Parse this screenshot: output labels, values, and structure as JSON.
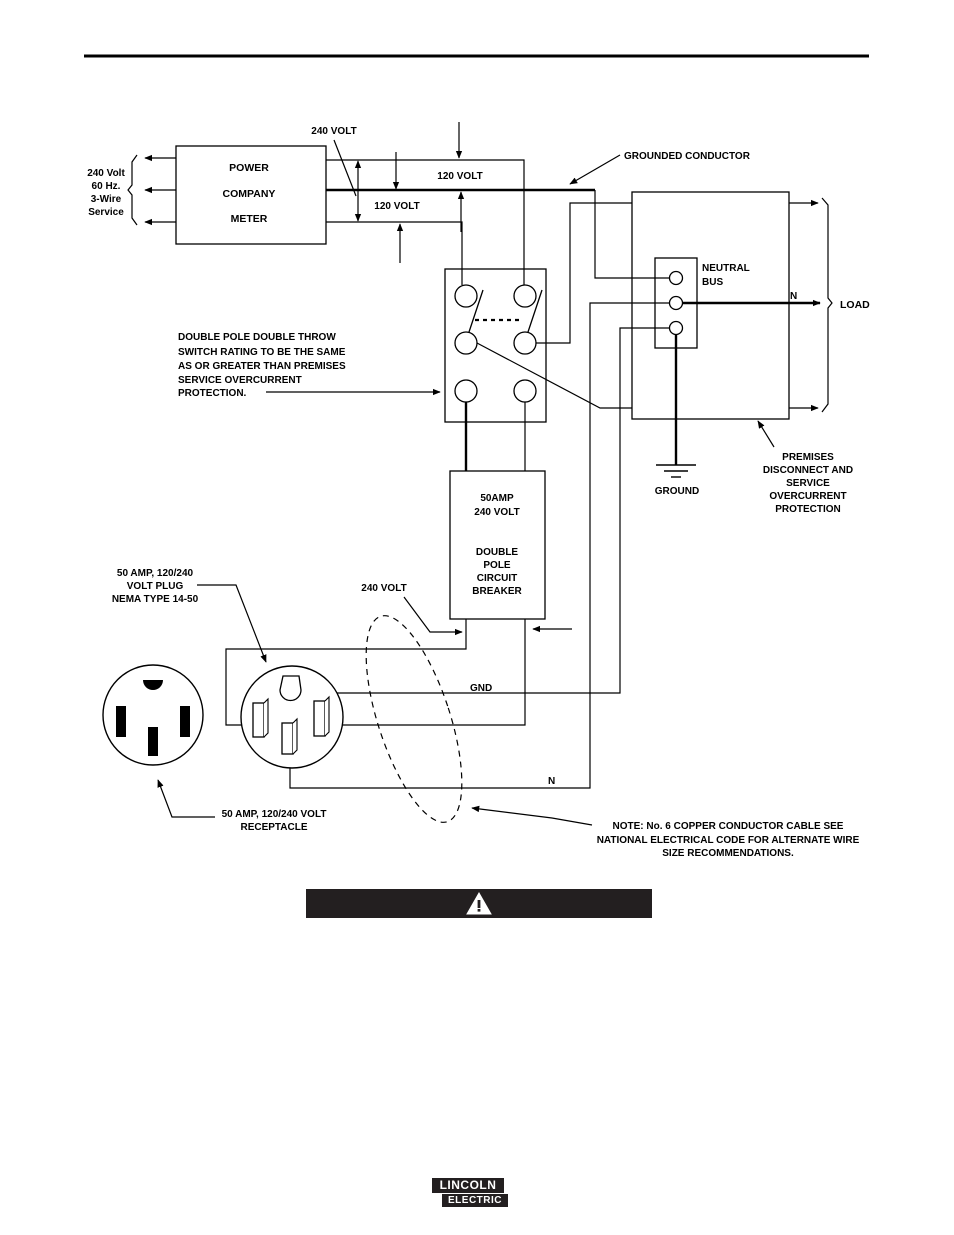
{
  "labels": {
    "service": [
      "240 Volt",
      "60 Hz.",
      "3-Wire",
      "Service"
    ],
    "meter": [
      "POWER",
      "COMPANY",
      "METER"
    ],
    "v240_top": "240 VOLT",
    "v120_a": "120 VOLT",
    "v120_b": "120 VOLT",
    "grounded_conductor": "GROUNDED CONDUCTOR",
    "neutral_bus": [
      "NEUTRAL",
      "BUS"
    ],
    "n_load": "N",
    "load": "LOAD",
    "switch_note": [
      "DOUBLE POLE DOUBLE THROW",
      "SWITCH RATING TO BE THE SAME",
      "AS OR GREATER THAN PREMISES",
      "SERVICE OVERCURRENT",
      "PROTECTION."
    ],
    "ground": "GROUND",
    "premises": [
      "PREMISES",
      "DISCONNECT AND",
      "SERVICE",
      "OVERCURRENT",
      "PROTECTION"
    ],
    "breaker": [
      "50AMP",
      "240 VOLT",
      "DOUBLE",
      "POLE",
      "CIRCUIT",
      "BREAKER"
    ],
    "plug": [
      "50 AMP, 120/240",
      "VOLT PLUG",
      "NEMA TYPE 14-50"
    ],
    "v240_breaker": "240 VOLT",
    "gnd": "GND",
    "n_bottom": "N",
    "receptacle": [
      "50 AMP, 120/240 VOLT",
      "RECEPTACLE"
    ],
    "note": [
      "NOTE:  No. 6 COPPER CONDUCTOR CABLE SEE",
      "NATIONAL ELECTRICAL CODE FOR ALTERNATE WIRE",
      "SIZE RECOMMENDATIONS."
    ]
  },
  "warning": {
    "icon": "warning-triangle-icon"
  },
  "logo": {
    "line1": "LINCOLN",
    "line2": "ELECTRIC",
    "icon": "lincoln-electric-logo"
  }
}
